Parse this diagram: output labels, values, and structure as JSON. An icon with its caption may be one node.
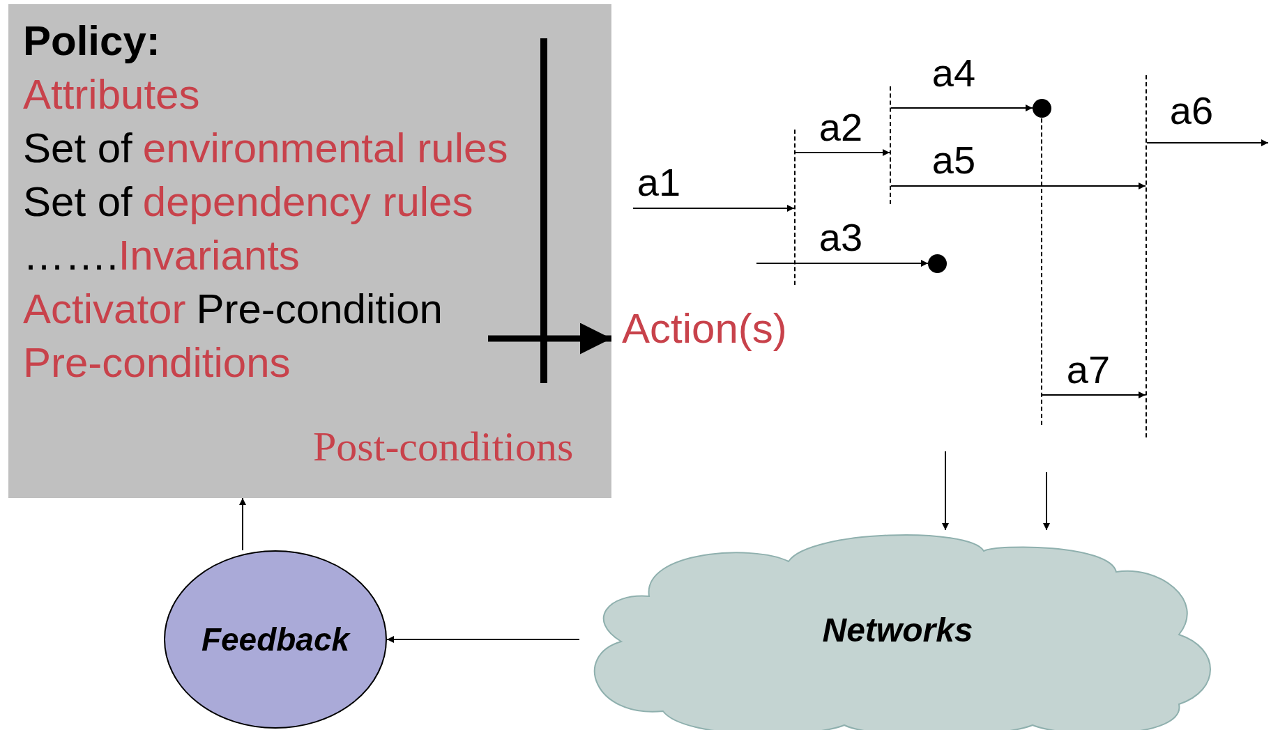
{
  "diagram": {
    "nodes": [
      {
        "text": [
          "Policy:",
          "Attributes",
          "Set of",
          "environmental rules",
          "Set of",
          "dependency rules",
          "…….",
          "Invariants",
          "Activator",
          "Pre-condition",
          "Pre-conditions",
          "Post-conditions"
        ]
      },
      {
        "text": [
          "Action(s)"
        ]
      },
      {
        "text": [],
        "shape": "line"
      },
      {
        "text": [],
        "shape": "line"
      },
      {
        "text": [],
        "shape": "line"
      },
      {
        "text": [],
        "shape": "line"
      },
      {
        "text": [],
        "shape": "circle"
      },
      {
        "text": [],
        "shape": "circle"
      },
      {
        "text": [
          "Networks"
        ]
      },
      {
        "text": [
          "Feedback"
        ]
      }
    ],
    "edges": [
      {
        "from": 0,
        "to": 1,
        "arrow": "to",
        "style": "thick"
      },
      {
        "from": null,
        "to": 2,
        "arrow": "to",
        "label": "a1"
      },
      {
        "from": 2,
        "to": 3,
        "arrow": "to",
        "label": "a2"
      },
      {
        "from": null,
        "to": 6,
        "arrow": "to",
        "label": "a3"
      },
      {
        "from": 3,
        "to": 7,
        "arrow": "to",
        "label": "a4"
      },
      {
        "from": 3,
        "to": 5,
        "arrow": "to",
        "label": "a5"
      },
      {
        "from": 5,
        "to": null,
        "arrow": "to",
        "label": "a6"
      },
      {
        "from": 4,
        "to": 5,
        "arrow": "to",
        "label": "a7"
      },
      {
        "from": null,
        "to": 8,
        "arrow": "to"
      },
      {
        "from": null,
        "to": 8,
        "arrow": "to"
      },
      {
        "from": 8,
        "to": 9,
        "arrow": "to"
      },
      {
        "from": 9,
        "to": 0,
        "arrow": "to"
      }
    ]
  }
}
